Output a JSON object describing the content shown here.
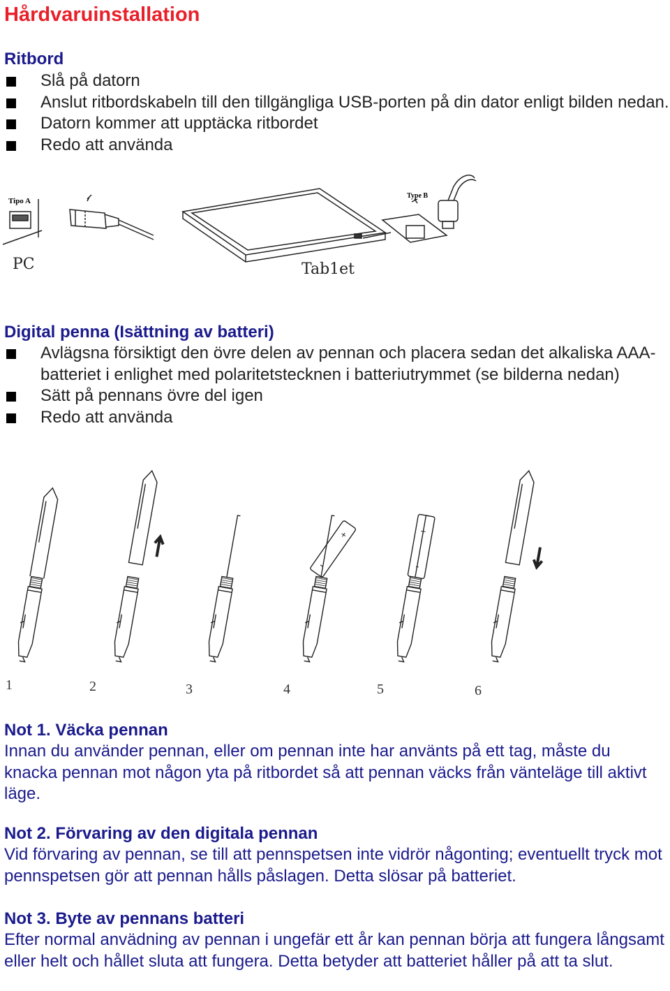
{
  "title": "Hårdvaruinstallation",
  "ritbord": {
    "heading": "Ritbord",
    "items": [
      "Slå på datorn",
      "Anslut ritbordskabeln till den tillgängliga USB-porten på din dator enligt bilden nedan.",
      "Datorn kommer att upptäcka ritbordet",
      "Redo att använda"
    ]
  },
  "figure_usb": {
    "label_tipo_a": "Tipo A",
    "label_type_b": "Type B",
    "label_pc": "PC",
    "label_tablet": "Tab1et"
  },
  "pen": {
    "heading": "Digital penna (Isättning av batteri)",
    "items": [
      "Avlägsna försiktigt den övre delen av pennan och placera sedan det alkaliska AAA-batteriet i enlighet med polaritetstecknen i batteriutrymmet (se bilderna nedan)",
      "Sätt på pennans övre del igen",
      "Redo att använda"
    ]
  },
  "figure_pen": {
    "steps": [
      "1",
      "2",
      "3",
      "4",
      "5",
      "6"
    ],
    "plus": "+",
    "minus": "-"
  },
  "notes": [
    {
      "heading": "Not 1. Väcka pennan",
      "text": "Innan du använder pennan, eller om pennan inte har använts på ett tag, måste du knacka pennan mot någon yta på ritbordet så att pennan väcks från vänteläge till aktivt läge."
    },
    {
      "heading": "Not 2. Förvaring av den digitala pennan",
      "text": "Vid förvaring av pennan, se till att pennspetsen inte vidrör någonting; eventuellt tryck mot pennspetsen gör att pennan hålls påslagen. Detta slösar på batteriet."
    },
    {
      "heading": "Not 3. Byte av pennans batteri",
      "text": "Efter normal anvädning av pennan i ungefär ett år kan pennan börja att fungera långsamt eller helt och hållet sluta att fungera. Detta betyder att batteriet håller på att ta slut."
    }
  ]
}
